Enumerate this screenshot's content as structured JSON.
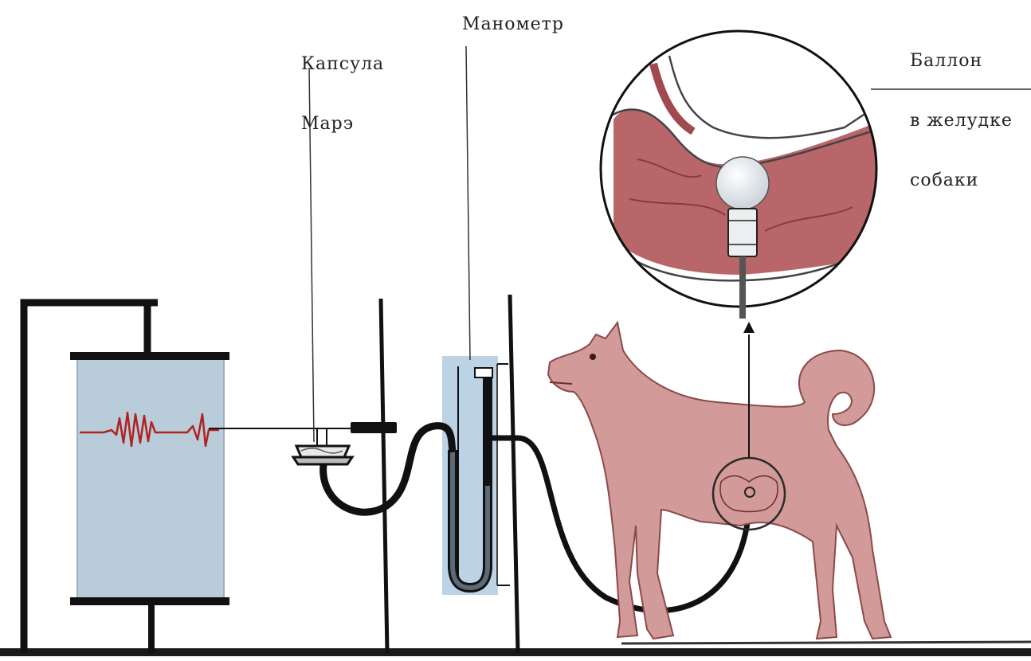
{
  "labels": {
    "capsule_line1": "Капсула",
    "capsule_line2": "Марэ",
    "manometer": "Манометр",
    "balloon_line1": "Баллон",
    "balloon_line2": "в желудке",
    "balloon_line3": "собаки"
  },
  "colors": {
    "drum": "#b9ccd9",
    "manometer_panel": "#bcd3e6",
    "dog": "#d29a99",
    "dog_outline": "#8a4a4a",
    "stomach": "#b8666a",
    "kymograph_trace": "#b22222",
    "line": "#1a1a1a"
  },
  "icons": {
    "kymograph": "kymograph-drum-icon",
    "marey_capsule": "marey-capsule-icon",
    "manometer": "u-tube-manometer-icon",
    "dog": "dog-silhouette-icon",
    "balloon": "balloon-bulb-icon"
  }
}
